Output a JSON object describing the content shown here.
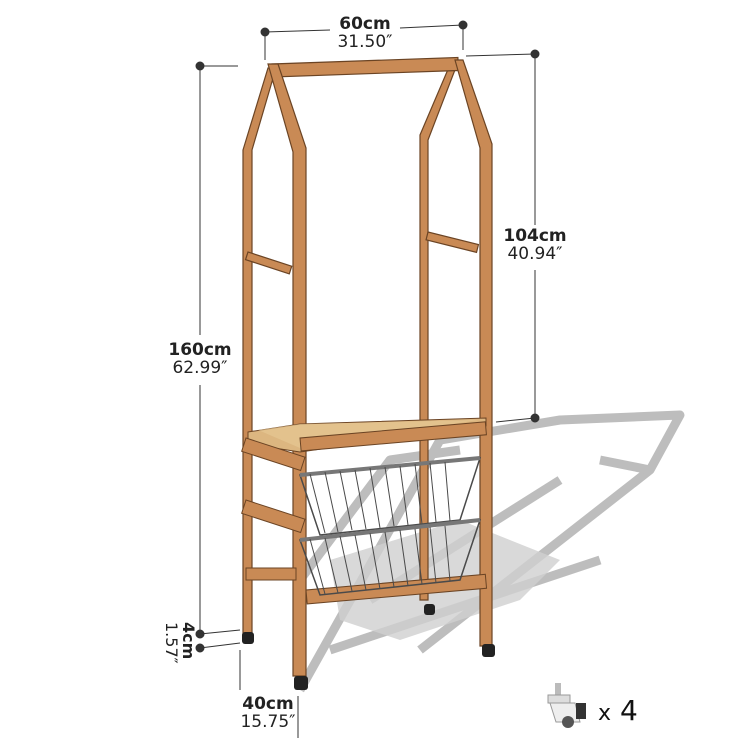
{
  "diagram": {
    "subject": "Wooden house-frame clothes rack with rattan shelf and two wire baskets on casters",
    "colors": {
      "wood": "#c98a55",
      "wood_dark": "#a86a38",
      "rattan": "#dcb680",
      "wire": "#4a4a4a",
      "shadow": "#bdbdbd",
      "dimension_line": "#333333"
    },
    "dimensions": {
      "width": {
        "cm": "60cm",
        "in": "31.50″"
      },
      "rail_height": {
        "cm": "104cm",
        "in": "40.94″"
      },
      "total_height": {
        "cm": "160cm",
        "in": "62.99″"
      },
      "caster_height": {
        "cm": "4cm",
        "in": "1.57″"
      },
      "depth": {
        "cm": "40cm",
        "in": "15.75″"
      }
    },
    "accessory": {
      "name": "caster wheel",
      "quantity_prefix": "x",
      "quantity": "4"
    }
  }
}
